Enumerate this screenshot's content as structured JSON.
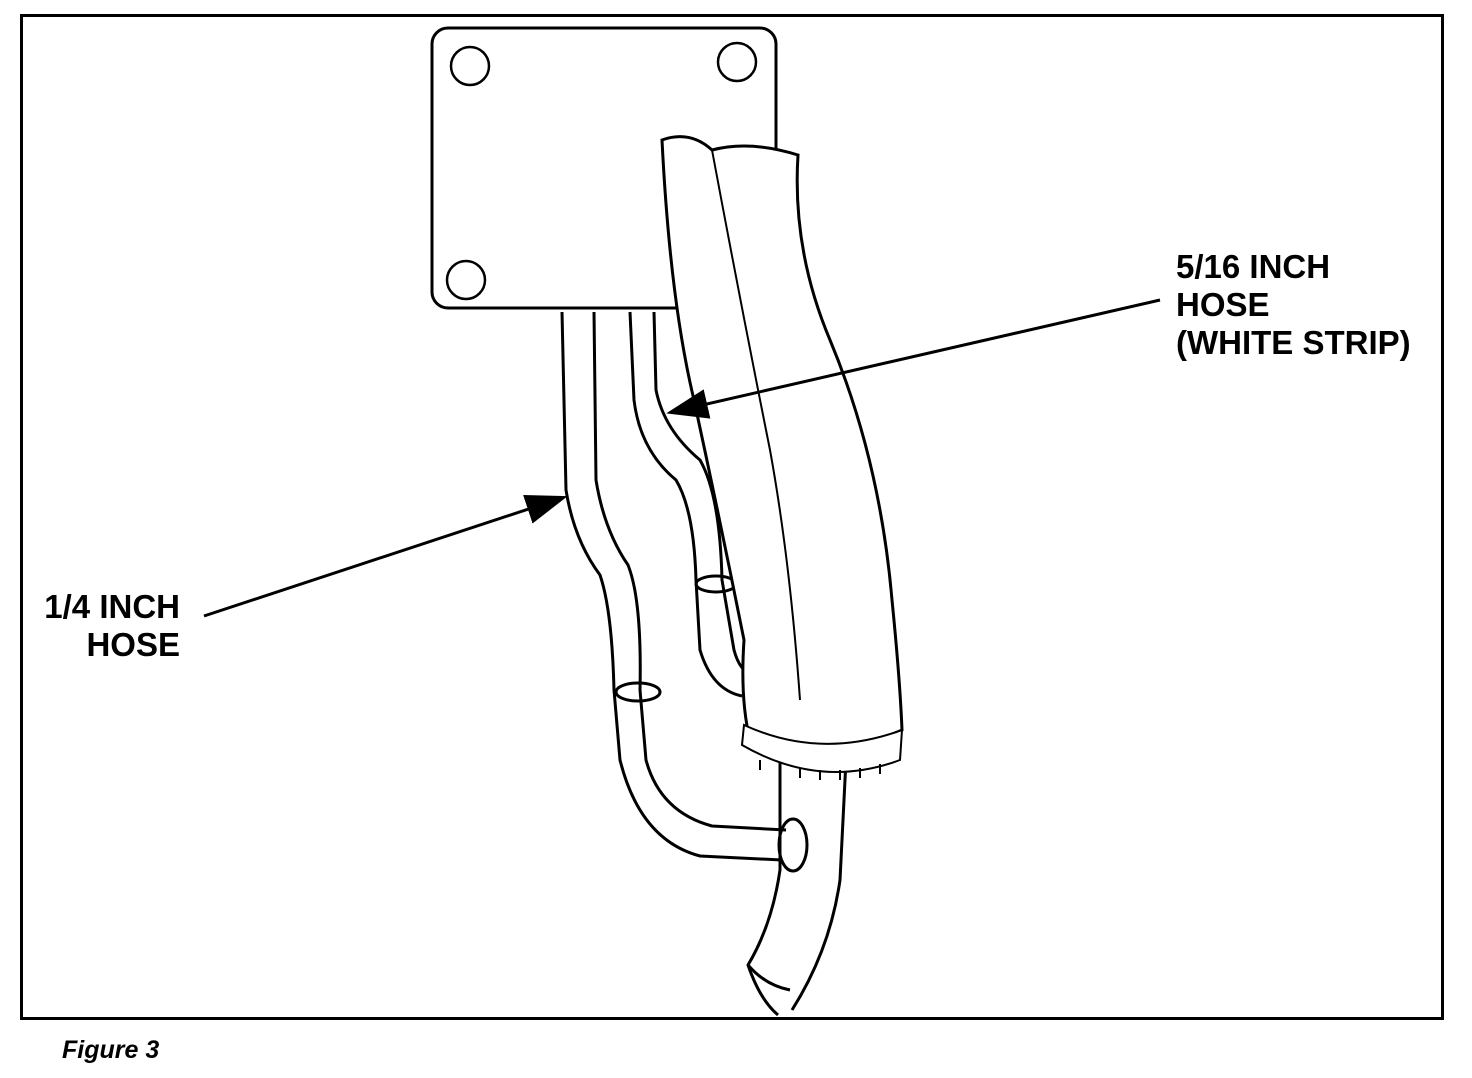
{
  "callouts": {
    "quarter_inch": {
      "line1": "1/4 INCH",
      "line2": "HOSE"
    },
    "five_sixteenth": {
      "line1": "5/16 INCH",
      "line2": "HOSE",
      "line3": "(WHITE STRIP)"
    }
  },
  "caption": "Figure 3",
  "colors": {
    "ink": "#000000",
    "paper": "#ffffff"
  }
}
